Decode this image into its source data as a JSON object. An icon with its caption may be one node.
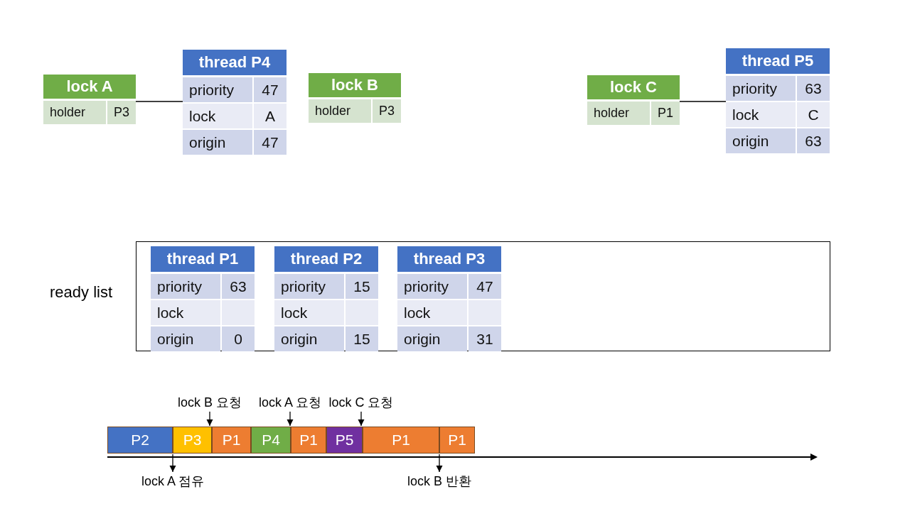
{
  "diagram": {
    "nodes": [
      {
        "text": [
          "lock A",
          "holder",
          "P3"
        ]
      },
      {
        "text": [
          "thread P4",
          "priority",
          "47",
          "lock",
          "A",
          "origin",
          "47"
        ]
      },
      {
        "text": [
          "lock B",
          "holder",
          "P3"
        ]
      },
      {
        "text": [
          "lock C",
          "holder",
          "P1"
        ]
      },
      {
        "text": [
          "thread P5",
          "priority",
          "63",
          "lock",
          "C",
          "origin",
          "63"
        ]
      },
      {
        "text": [
          "ready list"
        ]
      },
      {
        "text": [
          "thread P1",
          "priority",
          "63",
          "lock",
          "origin",
          "0"
        ],
        "in": 5
      },
      {
        "text": [
          "thread P2",
          "priority",
          "15",
          "lock",
          "origin",
          "15"
        ],
        "in": 5
      },
      {
        "text": [
          "thread P3",
          "priority",
          "47",
          "lock",
          "origin",
          "31"
        ],
        "in": 5
      },
      {
        "text": [
          "lock B 요청"
        ]
      },
      {
        "text": [
          "lock A 요청"
        ]
      },
      {
        "text": [
          "lock C 요청"
        ]
      },
      {
        "text": [
          "P2"
        ]
      },
      {
        "text": [
          "P3"
        ]
      },
      {
        "text": [
          "P1"
        ]
      },
      {
        "text": [
          "P4"
        ]
      },
      {
        "text": [
          "P1"
        ]
      },
      {
        "text": [
          "P5"
        ]
      },
      {
        "text": [
          "P1"
        ]
      },
      {
        "text": [
          "P1"
        ]
      },
      {
        "text": [
          "lock A 점유"
        ]
      },
      {
        "text": [
          "lock B 반환"
        ]
      }
    ],
    "edges": [
      {
        "from": 0,
        "to": 1,
        "arrow": "none"
      },
      {
        "from": 3,
        "to": 4,
        "arrow": "none"
      },
      {
        "from": 9,
        "to": 13,
        "arrow": "to"
      },
      {
        "from": 10,
        "to": 15,
        "arrow": "to"
      },
      {
        "from": 11,
        "to": 17,
        "arrow": "to"
      },
      {
        "from": 13,
        "to": 20,
        "arrow": "to"
      },
      {
        "from": 19,
        "to": 21,
        "arrow": "to"
      }
    ]
  }
}
